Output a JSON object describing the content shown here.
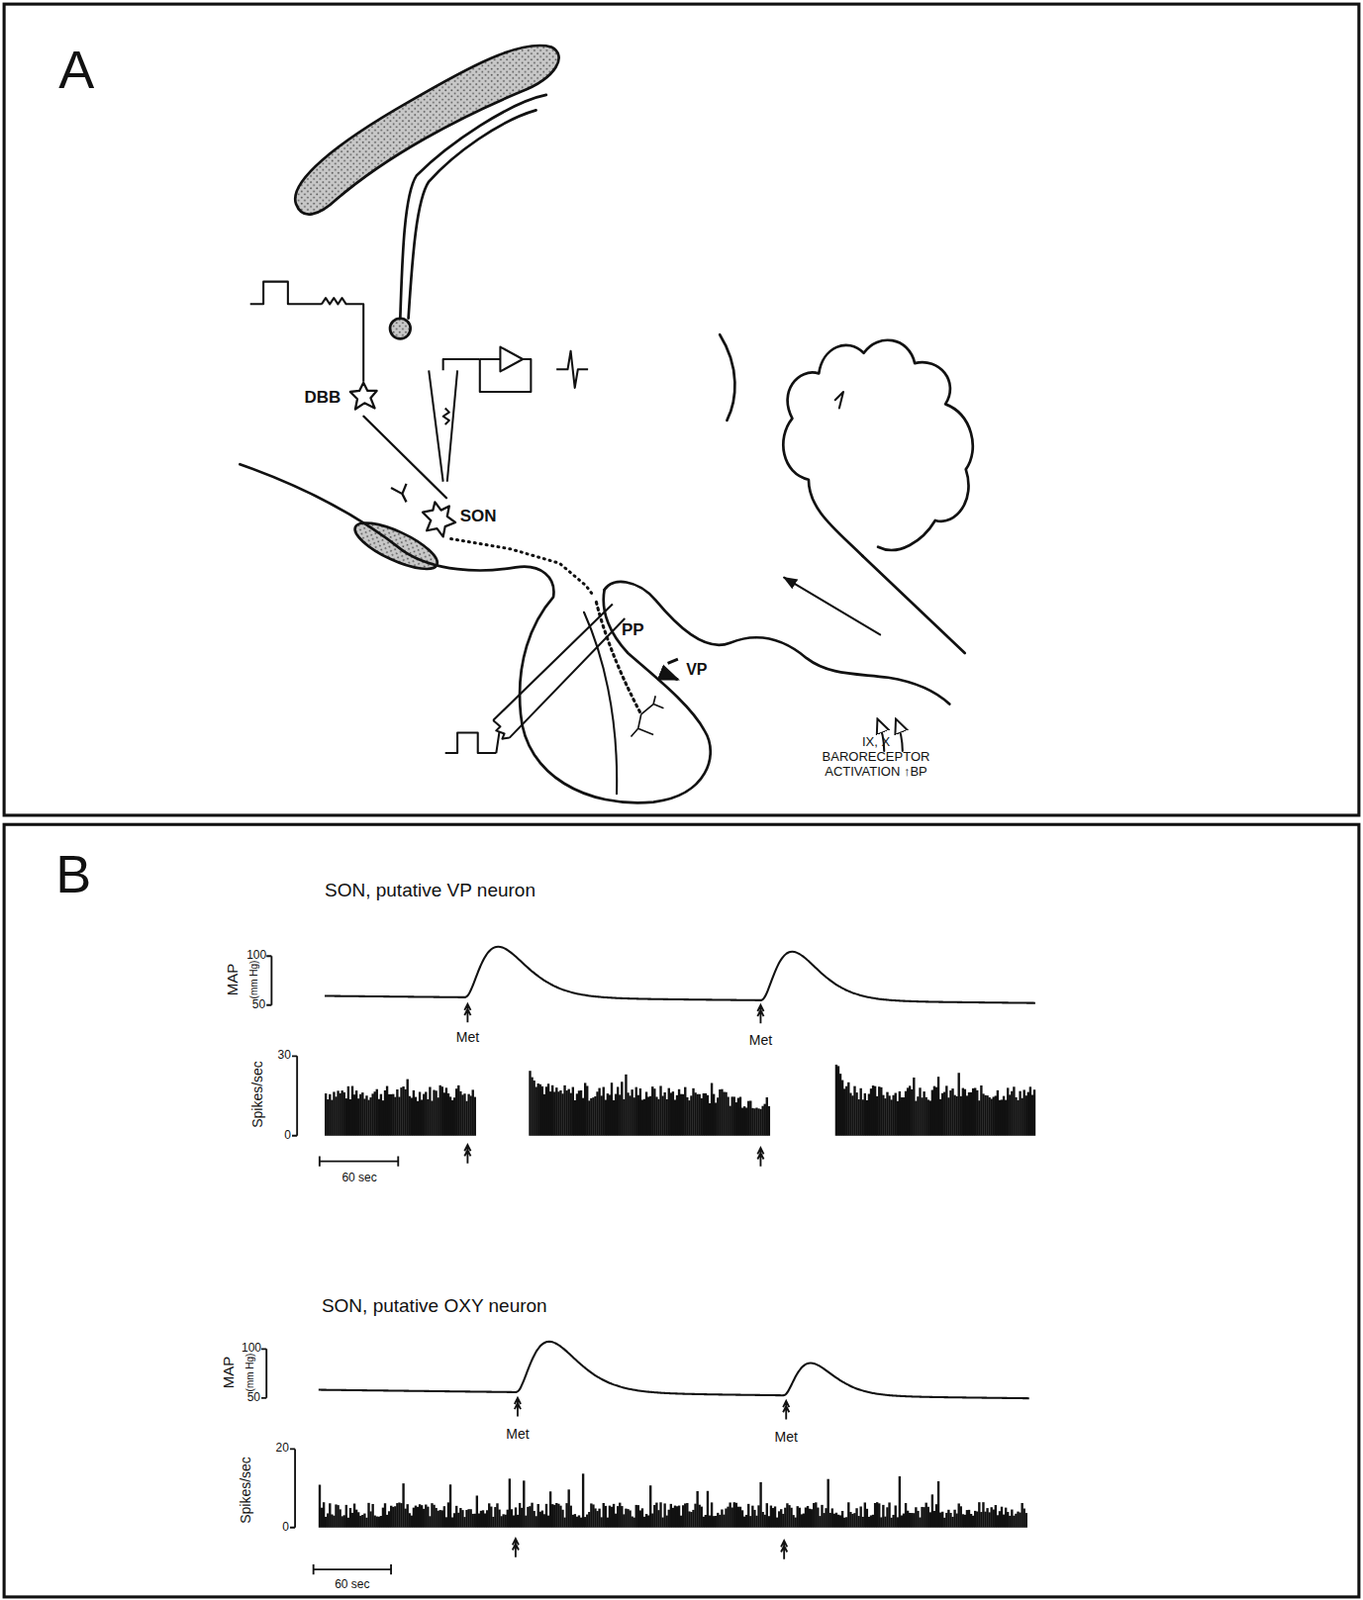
{
  "diagram": {
    "nodes": [
      {
        "text": [
          "DBB"
        ]
      },
      {
        "text": [
          "SON"
        ]
      },
      {
        "text": [
          "PP"
        ]
      }
    ],
    "edges": [
      {
        "from": 0,
        "to": 1,
        "arrow": "none"
      },
      {
        "from": 1,
        "to": 2,
        "arrow": "none"
      }
    ],
    "labels": [
      "A",
      "IX, X BARORECEPTOR ACTIVATION ↑BP",
      "VP",
      "B",
      "SON, putative VP neuron",
      "MAP",
      "(mm Hg)",
      "100",
      "50",
      "Met",
      "Met",
      "Spikes/sec",
      "30",
      "0",
      "60 sec",
      "SON, putative OXY neuron",
      "MAP",
      "(mm Hg)",
      "100",
      "50",
      "Met",
      "Met",
      "Spikes/sec",
      "20",
      "0",
      "60 sec"
    ]
  }
}
